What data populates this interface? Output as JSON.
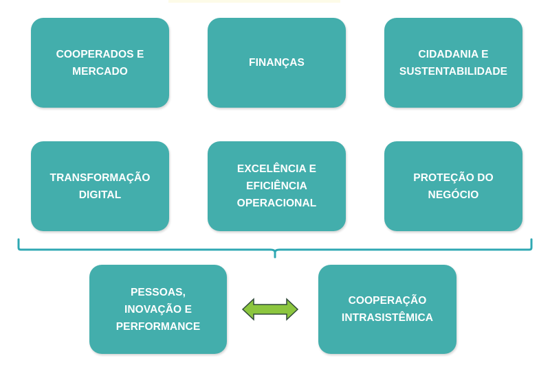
{
  "diagram": {
    "colors": {
      "box_fill": "#43aeac",
      "box_text": "#ffffff",
      "bracket": "#2fa8b3",
      "arrow_fill": "#8cc63f",
      "arrow_stroke": "#2f4a38"
    },
    "pillars": [
      {
        "id": "cooperados-mercado",
        "label": "COOPERADOS E\nMERCADO"
      },
      {
        "id": "financas",
        "label": "FINANÇAS"
      },
      {
        "id": "cidadania-sustentabilidade",
        "label": "CIDADANIA E\nSUSTENTABILIDADE"
      },
      {
        "id": "transformacao-digital",
        "label": "TRANSFORMAÇÃO\nDIGITAL"
      },
      {
        "id": "excelencia-eficiencia",
        "label": "EXCELÊNCIA E\nEFICIÊNCIA\nOPERACIONAL"
      },
      {
        "id": "protecao-negocio",
        "label": "PROTEÇÃO DO\nNEGÓCIO"
      }
    ],
    "foundation": [
      {
        "id": "pessoas-inovacao",
        "label": "PESSOAS,\nINOVAÇÃO E\nPERFORMANCE"
      },
      {
        "id": "cooperacao-intrasistemica",
        "label": "COOPERAÇÃO\nINTRASISTÊMICA"
      }
    ],
    "connector": {
      "type": "bidirectional-arrow",
      "icon": "double-arrow-icon"
    },
    "grouping": {
      "type": "bracket",
      "icon": "brace-icon"
    }
  }
}
